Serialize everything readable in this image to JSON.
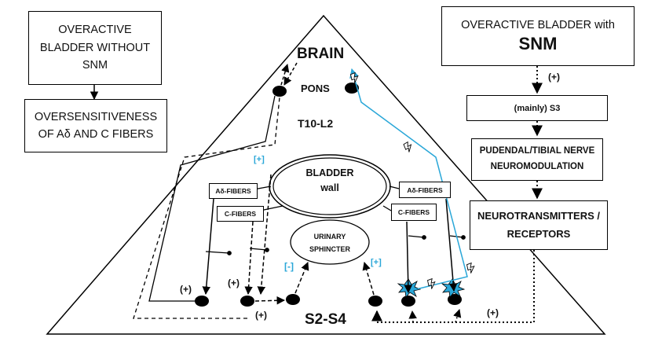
{
  "left_panel": {
    "title_box": "OVERACTIVE\nBLADDER WITHOUT\nSNM",
    "result_box": "OVERSENSITIVENESS\nOF Aδ AND C FIBERS"
  },
  "right_panel": {
    "title_line1": "OVERACTIVE BLADDER with",
    "title_line2": "SNM",
    "plus_label": "(+)",
    "s3_box": "(mainly) S3",
    "neuromod_box": "PUDENDAL/TIBIAL NERVE\nNEUROMODULATION",
    "neuro_box": "NEUROTRANSMITTERS /\nRECEPTORS"
  },
  "center": {
    "brain": "BRAIN",
    "pons": "PONS",
    "t10": "T10-L2",
    "bladder": "BLADDER\nwall",
    "sphincter": "URINARY\nSPHINCTER",
    "s2s4": "S2-S4",
    "left_adelta": "Aδ-FIBERS",
    "left_c": "C-FIBERS",
    "right_adelta": "Aδ-FIBERS",
    "right_c": "C-FIBERS",
    "bracket_plus_top": "[+]",
    "bracket_minus": "[-]",
    "bracket_plus_right": "[+]",
    "plus_left1": "(+)",
    "plus_left2": "(+)",
    "plus_bottom": "(+)",
    "plus_right_bottom": "(+)"
  },
  "colors": {
    "line": "#000000",
    "blue": "#2aa7d8"
  }
}
